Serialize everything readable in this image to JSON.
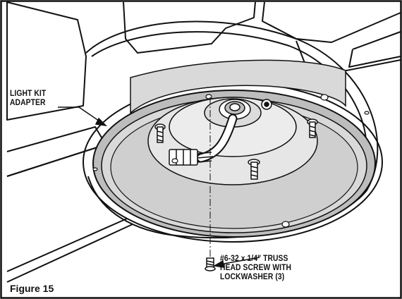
{
  "figure": {
    "label": "Figure 15",
    "callouts": {
      "light_kit_adapter": [
        "LIGHT KIT",
        "ADAPTER"
      ],
      "truss_screw": [
        "#6-32 x 1/4\" TRUSS",
        "HEAD SCREW WITH",
        "LOCKWASHER (3)"
      ]
    }
  },
  "colors": {
    "line": "#111111",
    "frame": "#111111",
    "adapter_ring": "#d9d9d9",
    "adapter_rim": "#bdbdbd",
    "background": "#ffffff"
  }
}
